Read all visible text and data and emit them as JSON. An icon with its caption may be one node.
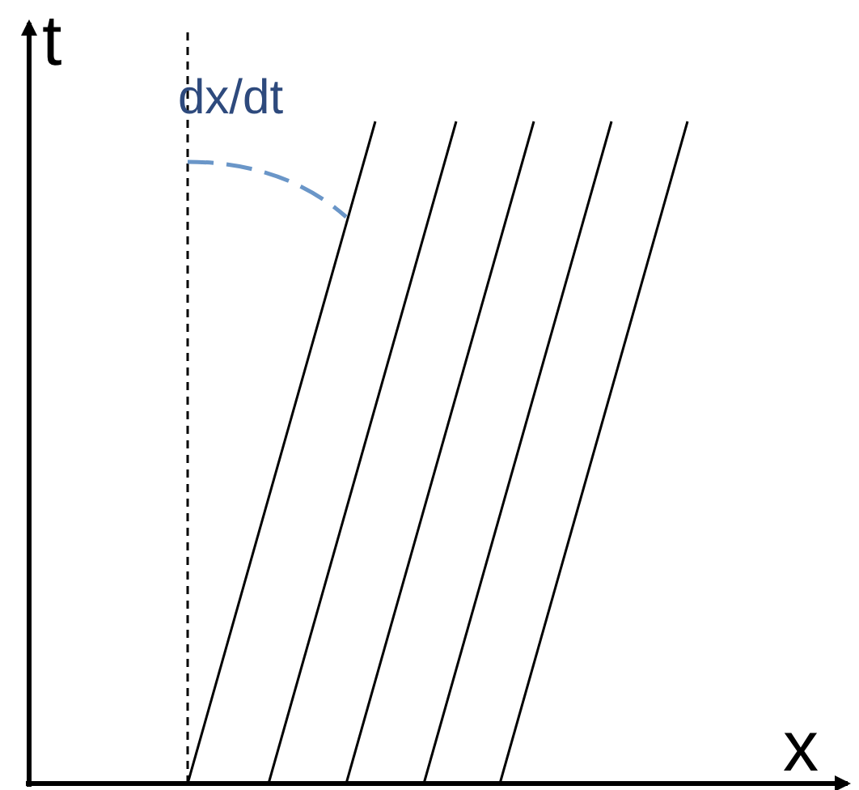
{
  "diagram": {
    "labels": [
      "t",
      "dx/dt",
      "x"
    ]
  }
}
